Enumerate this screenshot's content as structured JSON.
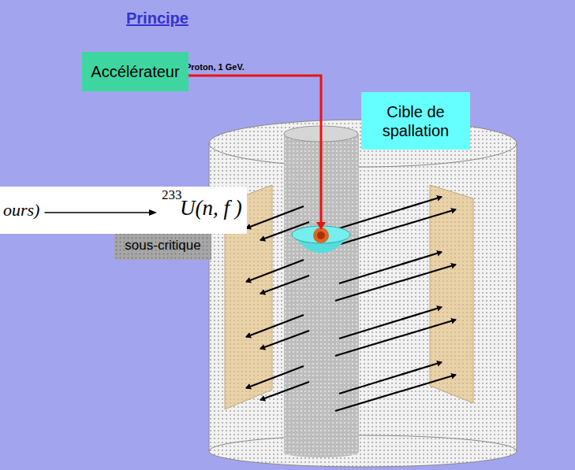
{
  "diagram": {
    "title": "Principe",
    "nodes": [
      {
        "text": [
          "Accélérateur"
        ]
      },
      {
        "text": [
          "Cible de spallation"
        ]
      },
      {
        "text": [
          "ours)",
          "233",
          "U(n, f )"
        ]
      },
      {
        "text": [
          "sous-critique"
        ]
      }
    ],
    "labels": [
      "Proton, 1 GeV."
    ]
  }
}
